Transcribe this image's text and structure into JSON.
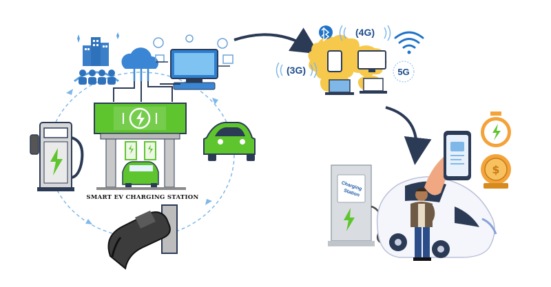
{
  "station": {
    "label": "SMART EV CHARGING STATION"
  },
  "network": {
    "badges": [
      "(4G)",
      "(3G)",
      "5G"
    ]
  },
  "charger_sign": {
    "line1": "Charging",
    "line2": "Station"
  },
  "colors": {
    "green": "#5fc52e",
    "navy": "#2b3a55",
    "blue": "#2f7fd0",
    "light_blue": "#7fb8e8",
    "yellow": "#f6c84c",
    "orange": "#f3a33a"
  },
  "icons": [
    "city-users-icon",
    "cloud-icon",
    "computer-icon",
    "ev-charger-icon",
    "green-car-icon",
    "charging-plug-icon",
    "bluetooth-icon",
    "wifi-icon",
    "stopwatch-icon",
    "coin-icon",
    "smartphone-icon",
    "person-icon",
    "white-ev-icon"
  ]
}
